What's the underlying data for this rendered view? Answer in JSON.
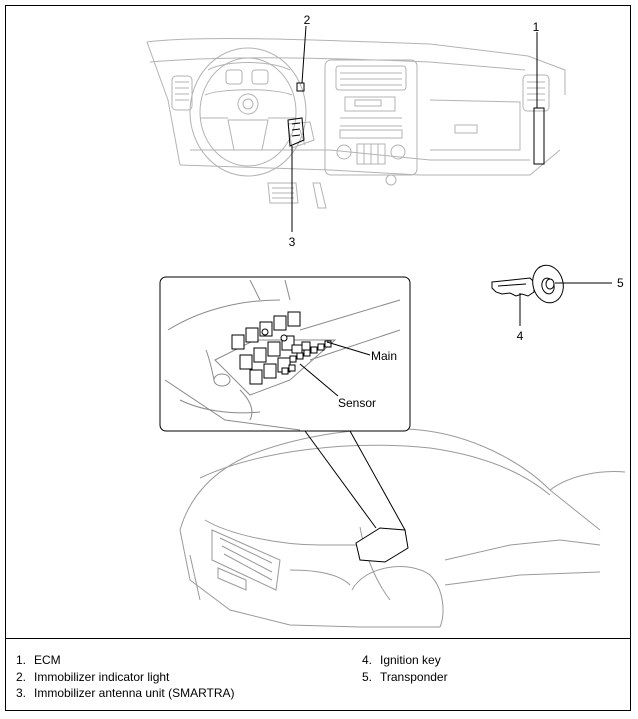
{
  "callouts": {
    "c1": "1",
    "c2": "2",
    "c3": "3",
    "c4": "4",
    "c5": "5"
  },
  "inset_labels": {
    "main": "Main",
    "sensor": "Sensor"
  },
  "legend": {
    "items": [
      {
        "num": "1.",
        "text": "ECM"
      },
      {
        "num": "2.",
        "text": "Immobilizer indicator light"
      },
      {
        "num": "3.",
        "text": "Immobilizer antenna unit (SMARTRA)"
      },
      {
        "num": "4.",
        "text": "Ignition key"
      },
      {
        "num": "5.",
        "text": "Transponder"
      }
    ]
  },
  "colors": {
    "line": "#000000",
    "faint": "#b3b3b3",
    "mid": "#7a7a7a"
  }
}
